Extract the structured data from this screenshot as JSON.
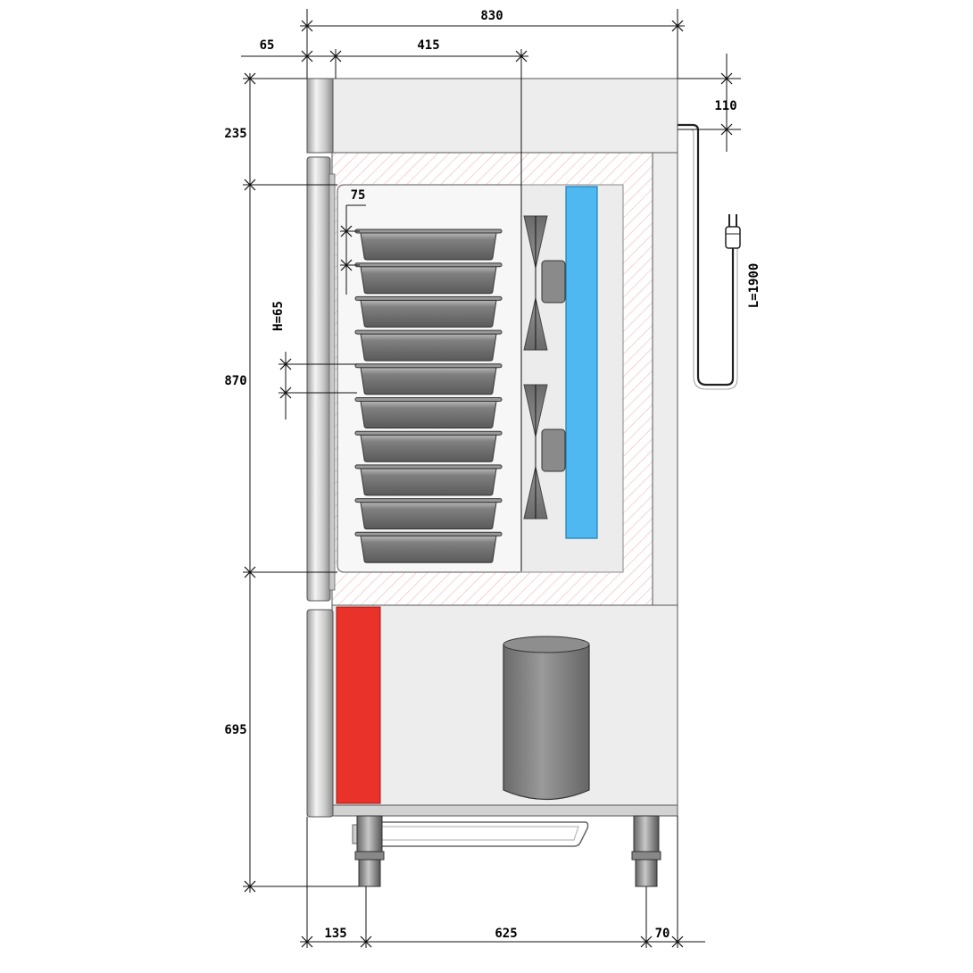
{
  "dimensions": {
    "overall_width": "830",
    "door_depth": "65",
    "rack_depth": "415",
    "top_offset": "110",
    "top_height": "235",
    "pitch": "75",
    "tray_height": "H=65",
    "cabinet_height": "870",
    "base_height": "695",
    "front_foot": "135",
    "foot_span": "625",
    "rear_foot": "70",
    "cable_length": "L=1900"
  },
  "trays": {
    "count": 10
  },
  "colors": {
    "condenser": "#e8322a",
    "evaporator": "#4fb8f0",
    "panel": "#ededed",
    "tray": "#6a6a6a",
    "insulation_hatch": "#f0b8b8"
  },
  "icons": [
    "plug-icon",
    "fan-icon"
  ]
}
